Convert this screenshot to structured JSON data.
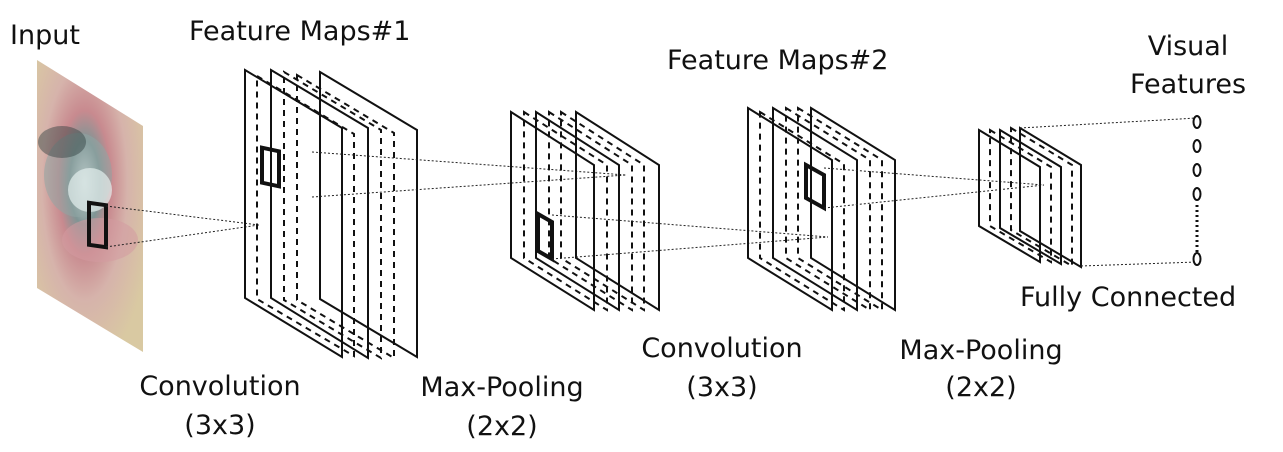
{
  "labels": {
    "input": "Input",
    "feature_maps_1": "Feature Maps#1",
    "feature_maps_2": "Feature Maps#2",
    "visual_features_line1": "Visual",
    "visual_features_line2": "Features",
    "fully_connected": "Fully Connected",
    "conv1_line1": "Convolution",
    "conv1_line2": "(3x3)",
    "pool1_line1": "Max-Pooling",
    "pool1_line2": "(2x2)",
    "conv2_line1": "Convolution",
    "conv2_line2": "(3x3)",
    "pool2_line1": "Max-Pooling",
    "pool2_line2": "(2x2)"
  },
  "input_image": {
    "description_icon": "mouth-image",
    "colors": {
      "skin": "#d9c8a0",
      "lips": "#c98c8c",
      "teeth": "#d8e4e4",
      "dark": "#3a4a4a"
    }
  }
}
